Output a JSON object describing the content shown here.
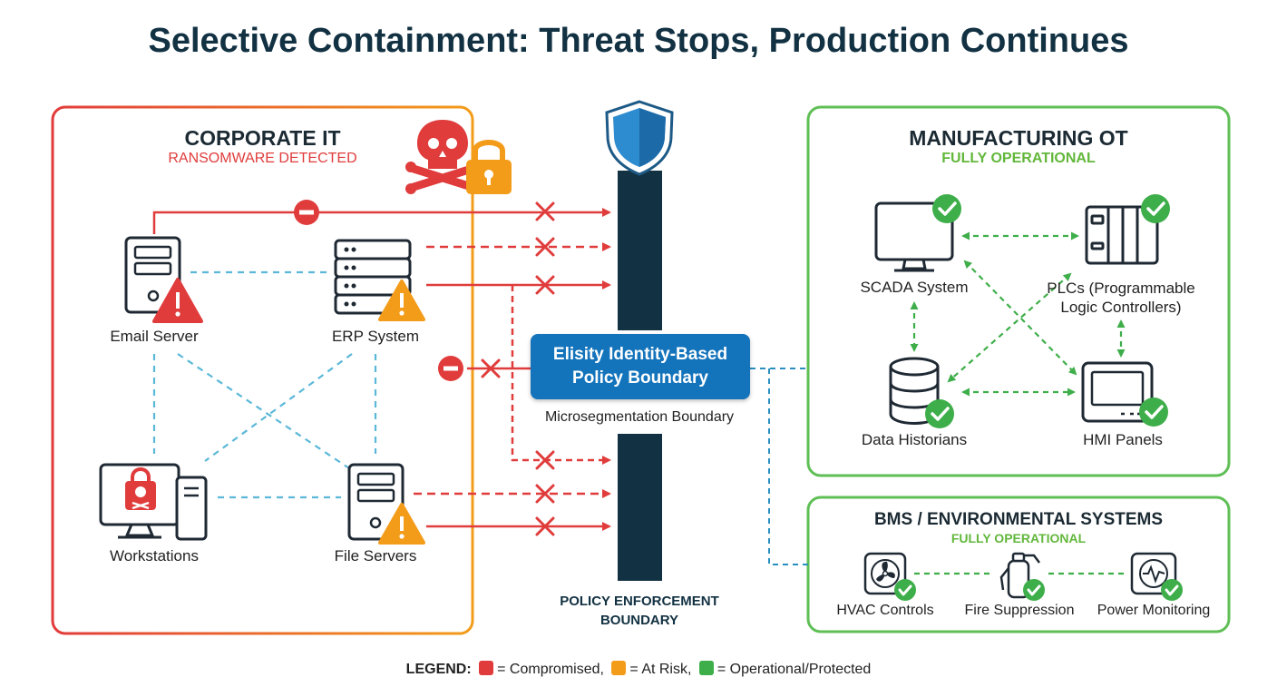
{
  "title": "Selective Containment: Threat Stops, Production Continues",
  "corporate": {
    "title": "CORPORATE IT",
    "status": "RANSOMWARE DETECTED",
    "nodes": {
      "email": "Email Server",
      "erp": "ERP System",
      "workstations": "Workstations",
      "file": "File Servers"
    }
  },
  "boundary": {
    "policy_line1": "Elisity Identity-Based",
    "policy_line2": "Policy Boundary",
    "microseg": "Microsegmentation Boundary",
    "enforce_line1": "POLICY ENFORCEMENT",
    "enforce_line2": "BOUNDARY"
  },
  "manufacturing": {
    "title": "MANUFACTURING OT",
    "status": "FULLY OPERATIONAL",
    "nodes": {
      "scada": "SCADA System",
      "plc_line1": "PLCs (Programmable",
      "plc_line2": "Logic Controllers)",
      "historian": "Data Historians",
      "hmi": "HMI Panels"
    }
  },
  "bms": {
    "title": "BMS / ENVIRONMENTAL SYSTEMS",
    "status": "FULLY OPERATIONAL",
    "nodes": {
      "hvac": "HVAC Controls",
      "fire": "Fire Suppression",
      "power": "Power Monitoring"
    }
  },
  "legend": {
    "label": "LEGEND:",
    "compromised": "= Compromised,",
    "at_risk": "= At Risk,",
    "operational": "= Operational/Protected"
  },
  "colors": {
    "red": "#e03c3c",
    "orange": "#f39c1a",
    "green": "#3eae4a",
    "blue": "#1373bb",
    "navy": "#123142",
    "dash_blue": "#5bb8d8"
  }
}
